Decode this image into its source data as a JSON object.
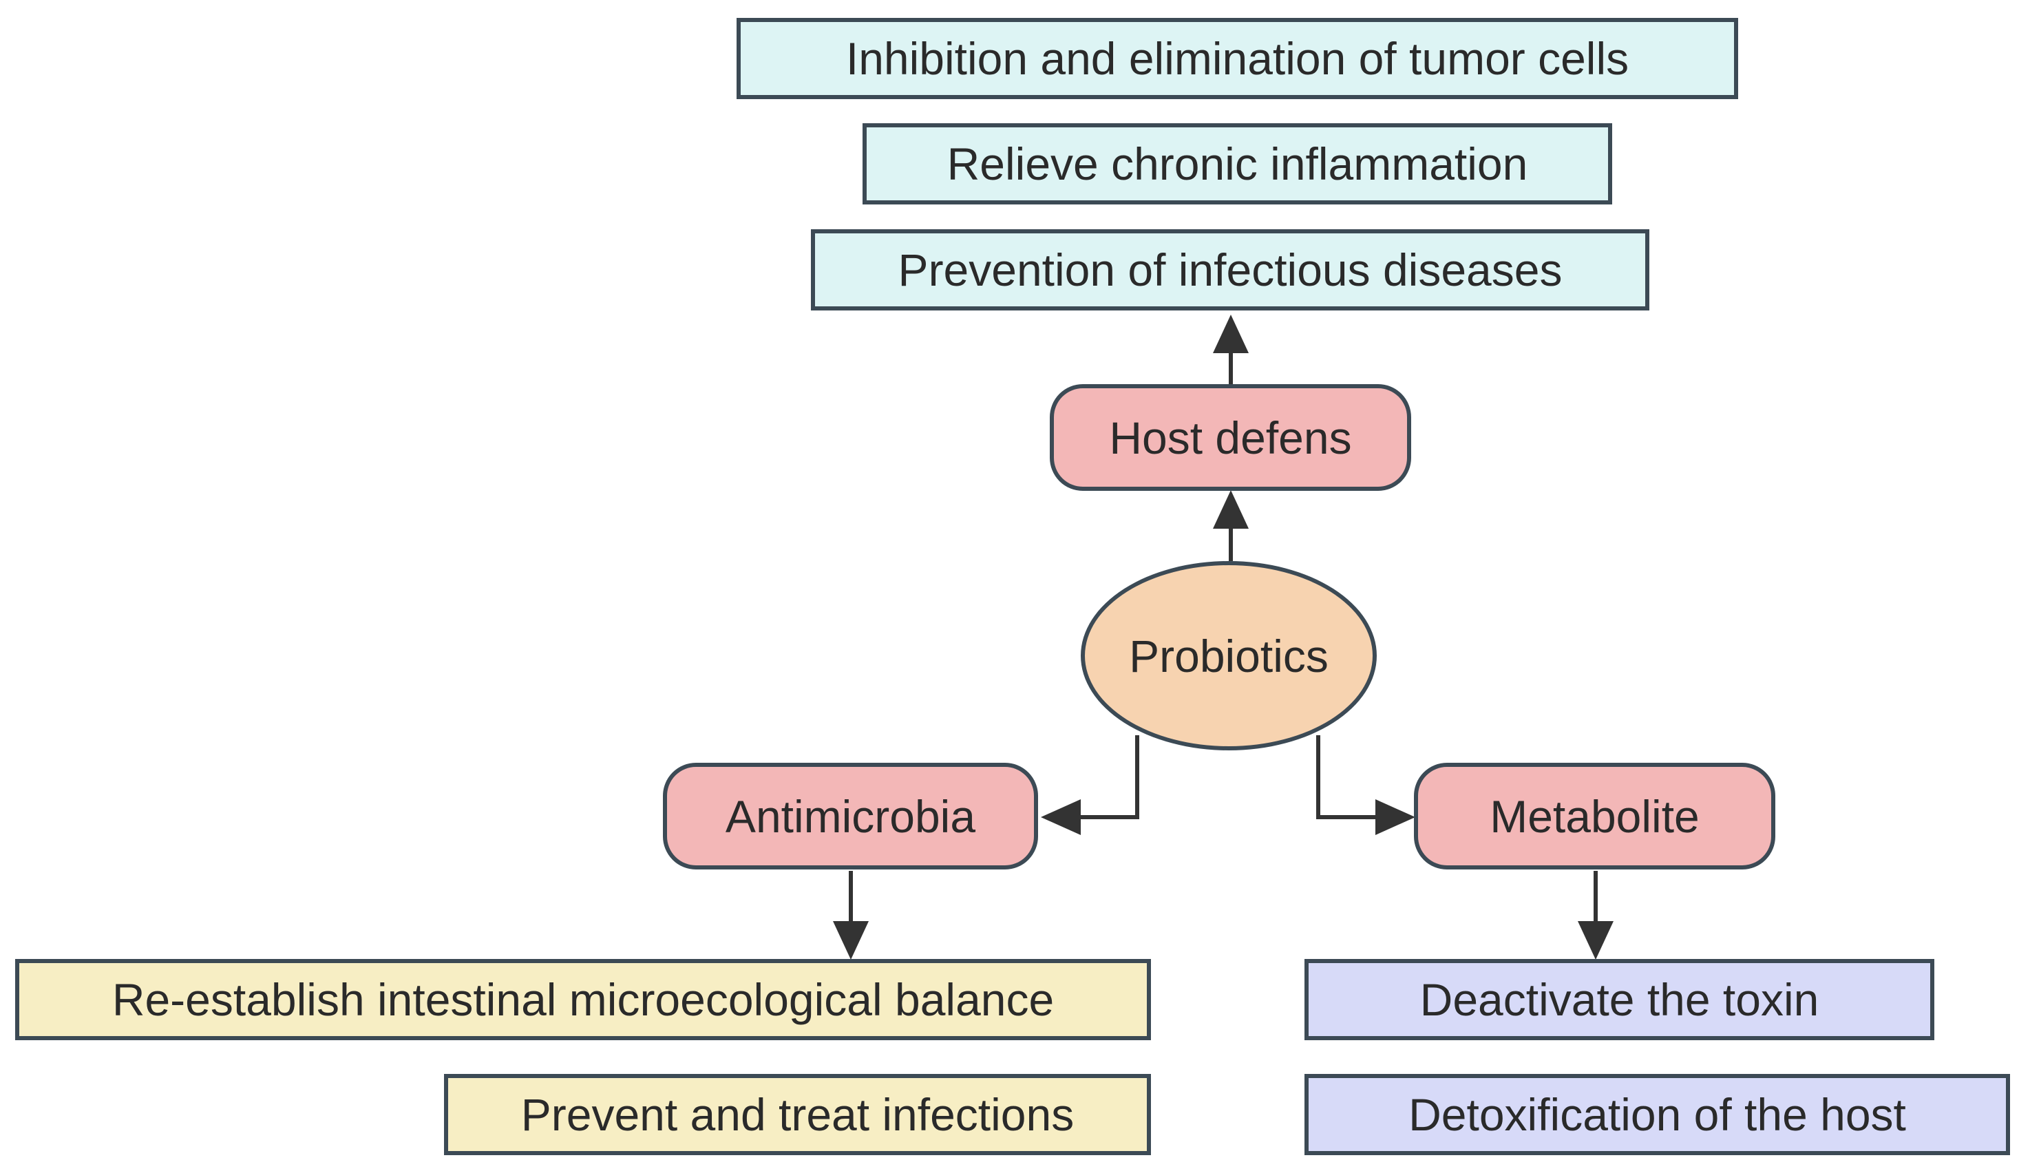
{
  "colors": {
    "effect_host": "#ddf4f4",
    "effect_antimicrobial": "#f7eec4",
    "effect_metabolite": "#d7daf8",
    "mechanism": "#f3b7b7",
    "center": "#f7d3b0",
    "stroke": "#3c4a55",
    "arrow": "#333333"
  },
  "center": {
    "label": "Probiotics"
  },
  "mechanisms": {
    "host_defense": "Host defens",
    "antimicrobial": "Antimicrobia",
    "metabolite": "Metabolite"
  },
  "host_effects": [
    "Inhibition and elimination of tumor cells",
    "Relieve chronic inflammation",
    "Prevention of infectious diseases"
  ],
  "antimicrobial_effects": [
    "Re-establish intestinal microecological balance",
    "Prevent and treat infections"
  ],
  "metabolite_effects": [
    "Deactivate the toxin",
    "Detoxification of the host"
  ]
}
